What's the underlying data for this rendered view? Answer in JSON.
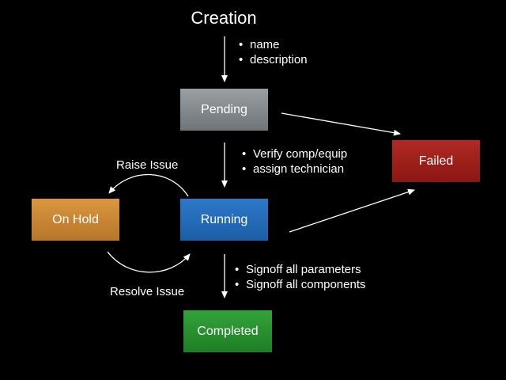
{
  "title": "Creation",
  "creation_fields": [
    "name",
    "description"
  ],
  "states": {
    "pending": "Pending",
    "failed": "Failed",
    "on_hold": "On Hold",
    "running": "Running",
    "completed": "Completed"
  },
  "pending_to_running_steps": [
    "Verify comp/equip",
    "assign technician"
  ],
  "running_to_completed_steps": [
    "Signoff all parameters",
    "Signoff all components"
  ],
  "transitions": {
    "raise_issue": "Raise Issue",
    "resolve_issue": "Resolve Issue"
  },
  "colors": {
    "pending": "#85898d",
    "failed": "#9e1f18",
    "on_hold": "#c98634",
    "running": "#246bb8",
    "completed": "#29902f"
  }
}
